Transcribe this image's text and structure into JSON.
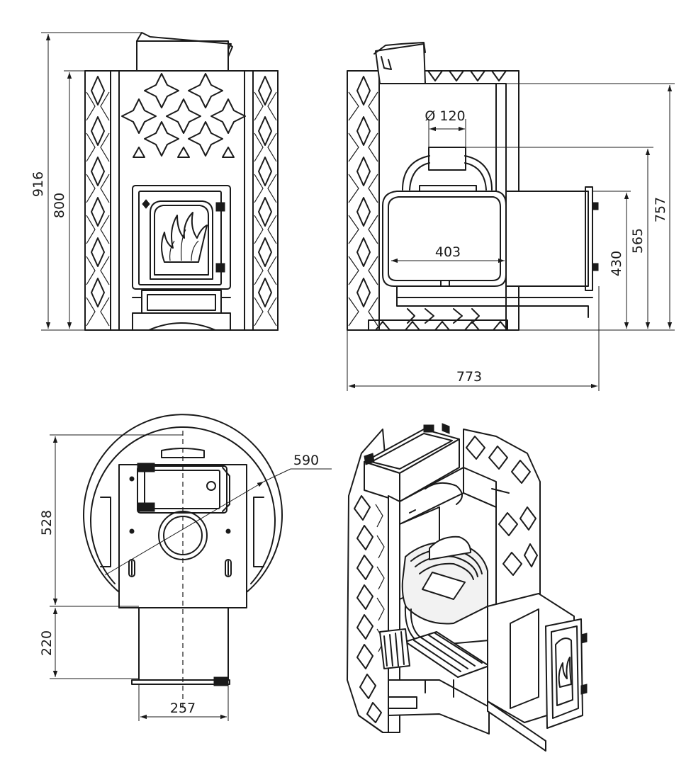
{
  "dimensions": {
    "front_height_total": "916",
    "front_height_body": "800",
    "chimney_diameter": "Ø 120",
    "firebox_width": "403",
    "side_height_757": "757",
    "side_height_565": "565",
    "side_height_430": "430",
    "side_depth_total": "773",
    "top_diameter": "590",
    "top_depth_body": "528",
    "top_depth_tunnel": "220",
    "tunnel_width": "257"
  }
}
